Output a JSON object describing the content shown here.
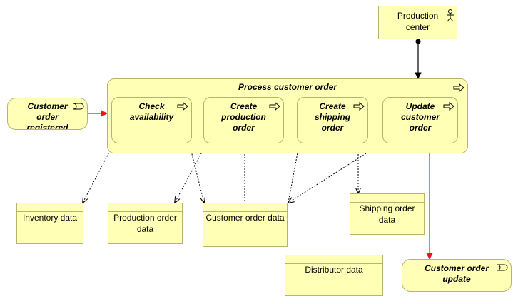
{
  "diagram": {
    "group": {
      "label": "Process customer order"
    },
    "actor": {
      "label_line1": "Production",
      "label_line2": "center"
    },
    "events": {
      "registered": {
        "line1": "Customer",
        "line2": "order",
        "line3": "registered"
      },
      "update": {
        "line1": "Customer order",
        "line2": "update"
      }
    },
    "processes": {
      "check": {
        "line1": "Check",
        "line2": "availability"
      },
      "create_production": {
        "line1": "Create",
        "line2": "production",
        "line3": "order"
      },
      "create_shipping": {
        "line1": "Create",
        "line2": "shipping",
        "line3": "order"
      },
      "update_customer": {
        "line1": "Update",
        "line2": "customer",
        "line3": "order"
      }
    },
    "data_objects": {
      "inventory": {
        "line1": "Inventory data"
      },
      "production_order": {
        "line1": "Production order",
        "line2": "data"
      },
      "customer_order": {
        "line1": "Customer order data"
      },
      "shipping_order": {
        "line1": "Shipping order",
        "line2": "data"
      },
      "distributor": {
        "line1": "Distributor data"
      }
    },
    "icons": [
      "process-arrow-icon",
      "event-icon",
      "actor-icon"
    ],
    "colors": {
      "fill": "#ffffb5",
      "border": "#b5b56a",
      "triggering": "#e8161c",
      "serving": "#000000",
      "access": "#000000"
    }
  }
}
